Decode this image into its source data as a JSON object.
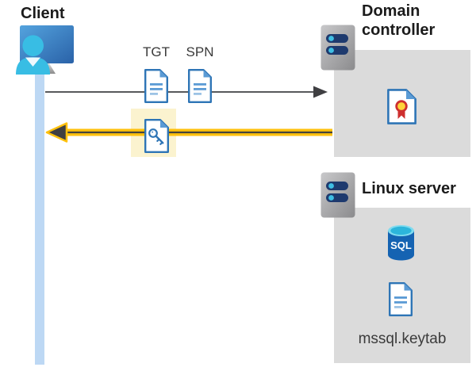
{
  "diagram": {
    "client": {
      "label": "Client"
    },
    "messages": {
      "tgt": "TGT",
      "spn": "SPN"
    },
    "domain_controller": {
      "label": "Domain controller"
    },
    "linux_server": {
      "label": "Linux server",
      "keytab_file": "mssql.keytab"
    },
    "sql_icon_text": "SQL",
    "colors": {
      "arrow_yellow": "#ffc10e",
      "arrow_gray": "#58595b",
      "arrowhead_dark": "#3f3f42",
      "highlight_cream": "#fbf3cf",
      "panel_gray": "#dbdbdb",
      "lifeline_blue": "#bdd8f4",
      "document_blue": "#2e75b6",
      "document_fold_blue": "#5b9bd5",
      "person_cyan": "#38bde4",
      "sql_body_blue": "#1563b2",
      "certificate_red": "#ce2f2f",
      "certificate_gold": "#ffd43b"
    }
  }
}
